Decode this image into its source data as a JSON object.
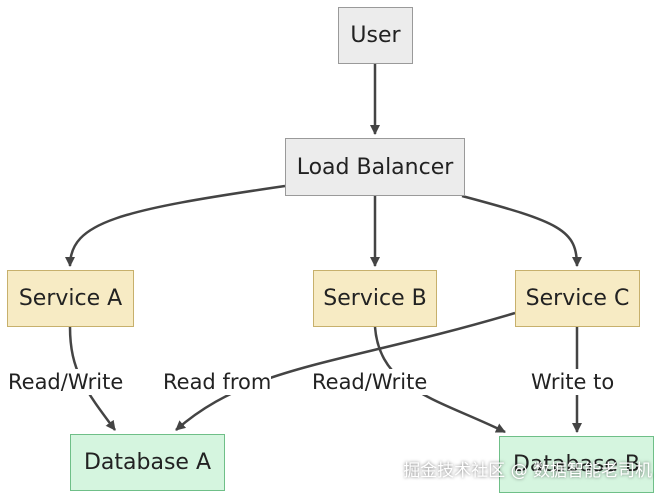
{
  "nodes": {
    "user": "User",
    "load_balancer": "Load Balancer",
    "service_a": "Service A",
    "service_b": "Service B",
    "service_c": "Service C",
    "database_a": "Database A",
    "database_b": "Database B"
  },
  "edges": {
    "a_to_db_a": "Read/Write",
    "c_to_db_a": "Read from",
    "b_to_db_b": "Read/Write",
    "c_to_db_b": "Write to"
  },
  "watermark": "掘金技术社区 @ 数据智能老司机",
  "colors": {
    "gray_fill": "#ececec",
    "service_fill": "#f7ebc4",
    "database_fill": "#d5f5df",
    "edge": "#444444"
  }
}
